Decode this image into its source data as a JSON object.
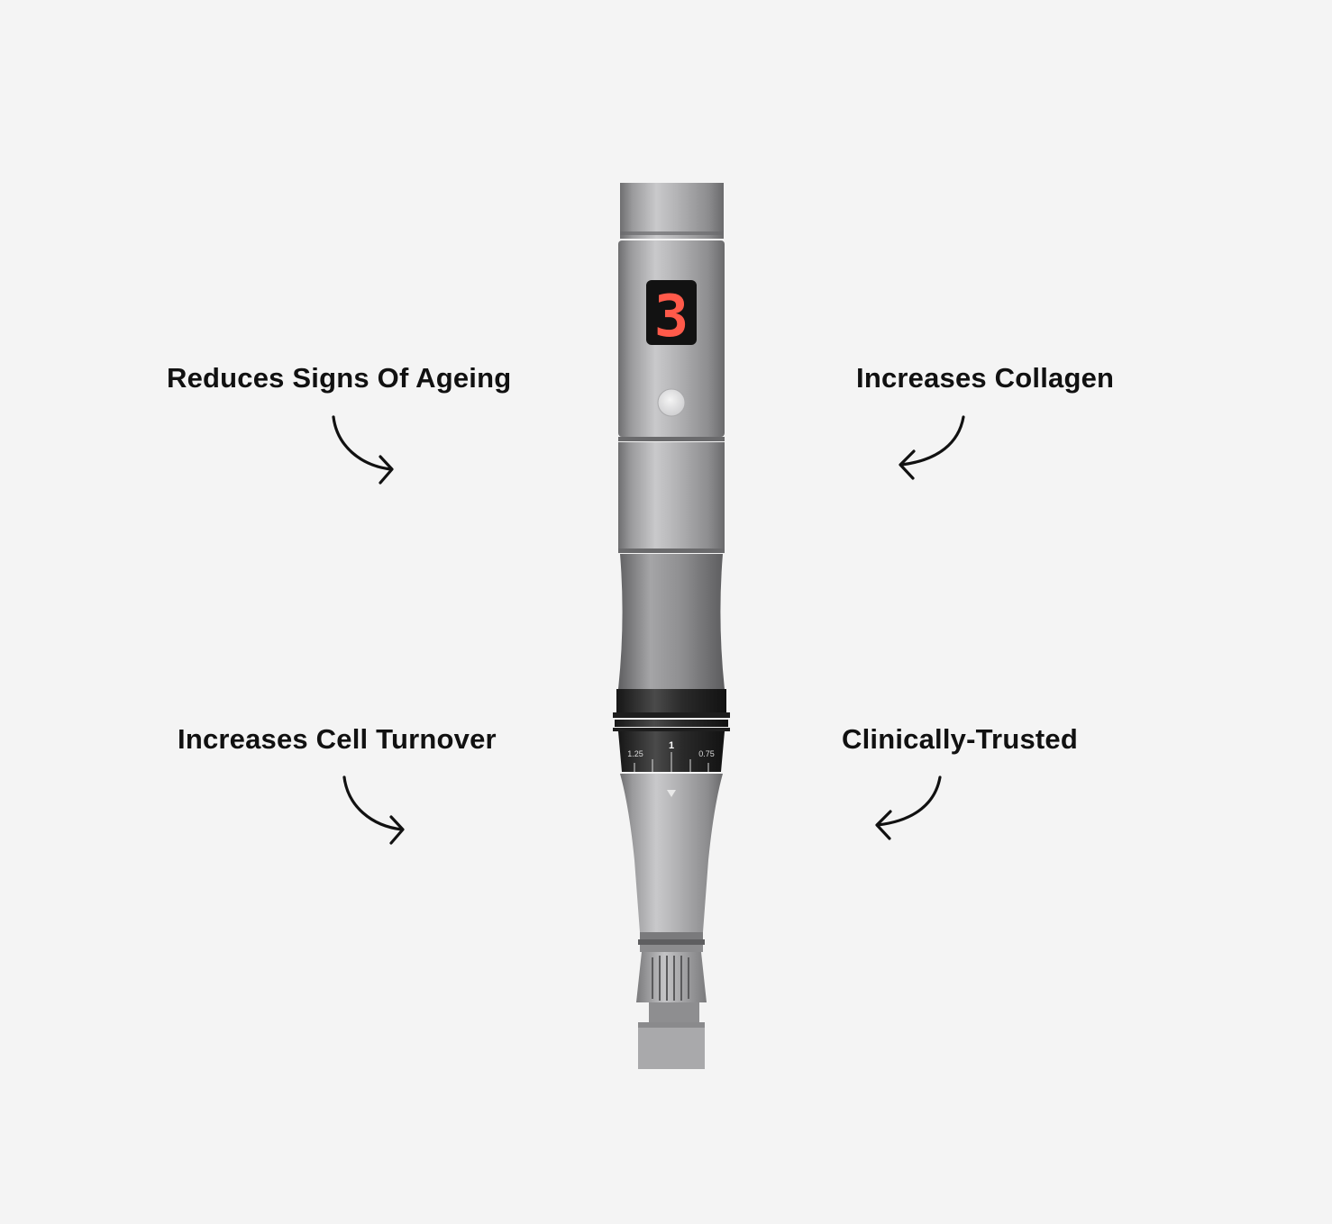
{
  "benefits": {
    "top_left": "Reduces Signs Of Ageing",
    "top_right": "Increases Collagen",
    "bottom_left": "Increases Cell Turnover",
    "bottom_right": "Clinically-Trusted"
  },
  "device": {
    "display_value": "3",
    "depth_scale_labels": [
      "1.25",
      "1",
      "0.75"
    ]
  },
  "colors": {
    "background": "#f4f4f4",
    "text": "#111111",
    "display_red": "#ff5a4a"
  },
  "icons": [
    "curved-arrow-icon"
  ]
}
